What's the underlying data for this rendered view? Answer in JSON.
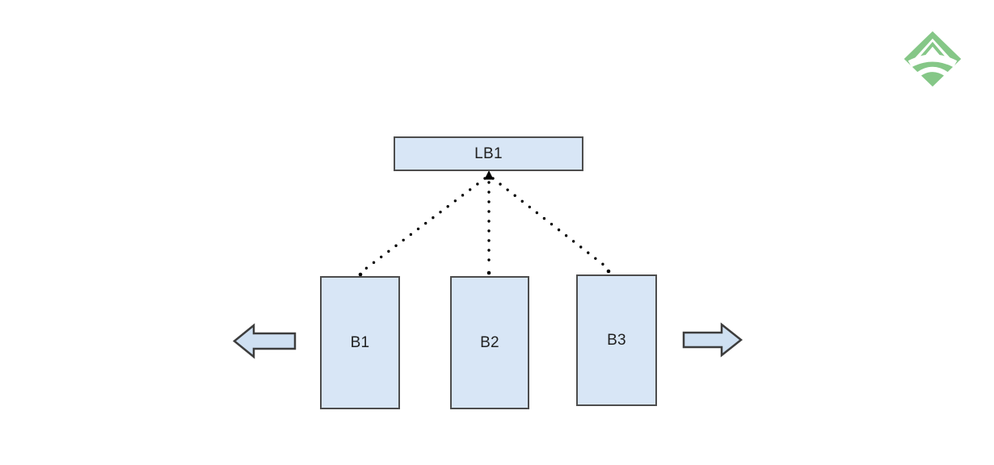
{
  "canvas": {
    "background": "#ffffff"
  },
  "nodes": {
    "lb1": {
      "label": "LB1"
    },
    "b1": {
      "label": "B1"
    },
    "b2": {
      "label": "B2"
    },
    "b3": {
      "label": "B3"
    }
  },
  "connectors": {
    "style": "dotted",
    "from": "lb1",
    "to": [
      "b1",
      "b2",
      "b3"
    ]
  },
  "icons": {
    "left_arrow": "left-block-arrow",
    "right_arrow": "right-block-arrow",
    "logo": "green-diamond-signal-logo"
  },
  "colors": {
    "node_fill": "#d8e6f6",
    "node_border": "#4d4d4d",
    "arrow_fill": "#cfe0f2",
    "arrow_border": "#3d3d3d",
    "connector": "#000000",
    "label_text": "#212121",
    "logo_green": "#85c787"
  }
}
